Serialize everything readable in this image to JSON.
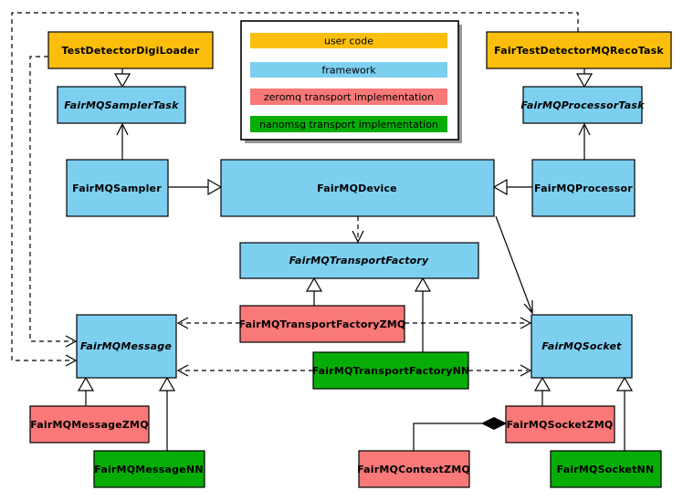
{
  "legend": {
    "items": [
      {
        "label": "user code",
        "color": "#FBBE0D"
      },
      {
        "label": "framework",
        "color": "#7DCFF0"
      },
      {
        "label": "zeromq transport implementation",
        "color": "#F97878"
      },
      {
        "label": "nanomsg transport implementation",
        "color": "#07AD07"
      }
    ]
  },
  "colors": {
    "user_code": "#FBBE0D",
    "framework": "#7DCFF0",
    "zeromq": "#F97878",
    "nanomsg": "#07AD07",
    "border": "#000000",
    "background": "#FFFFFF",
    "legend_shadow": "#999999"
  },
  "nodes": {
    "digiLoader": {
      "label": "TestDetectorDigiLoader",
      "category": "user code",
      "abstract": false
    },
    "recoTask": {
      "label": "FairTestDetectorMQRecoTask",
      "category": "user code",
      "abstract": false
    },
    "samplerTask": {
      "label": "FairMQSamplerTask",
      "category": "framework",
      "abstract": true
    },
    "processorTask": {
      "label": "FairMQProcessorTask",
      "category": "framework",
      "abstract": true
    },
    "sampler": {
      "label": "FairMQSampler",
      "category": "framework",
      "abstract": false
    },
    "device": {
      "label": "FairMQDevice",
      "category": "framework",
      "abstract": false
    },
    "processor": {
      "label": "FairMQProcessor",
      "category": "framework",
      "abstract": false
    },
    "transportFactory": {
      "label": "FairMQTransportFactory",
      "category": "framework",
      "abstract": true
    },
    "transportFactoryZMQ": {
      "label": "FairMQTransportFactoryZMQ",
      "category": "zeromq transport implementation",
      "abstract": false
    },
    "transportFactoryNN": {
      "label": "FairMQTransportFactoryNN",
      "category": "nanomsg transport implementation",
      "abstract": false
    },
    "message": {
      "label": "FairMQMessage",
      "category": "framework",
      "abstract": true
    },
    "socket": {
      "label": "FairMQSocket",
      "category": "framework",
      "abstract": true
    },
    "messageZMQ": {
      "label": "FairMQMessageZMQ",
      "category": "zeromq transport implementation",
      "abstract": false
    },
    "messageNN": {
      "label": "FairMQMessageNN",
      "category": "nanomsg transport implementation",
      "abstract": false
    },
    "contextZMQ": {
      "label": "FairMQContextZMQ",
      "category": "zeromq transport implementation",
      "abstract": false
    },
    "socketZMQ": {
      "label": "FairMQSocketZMQ",
      "category": "zeromq transport implementation",
      "abstract": false
    },
    "socketNN": {
      "label": "FairMQSocketNN",
      "category": "nanomsg transport implementation",
      "abstract": false
    }
  },
  "edges": [
    {
      "from": "TestDetectorDigiLoader",
      "to": "FairMQSamplerTask",
      "type": "inheritance"
    },
    {
      "from": "FairTestDetectorMQRecoTask",
      "to": "FairMQProcessorTask",
      "type": "inheritance"
    },
    {
      "from": "FairMQSampler",
      "to": "FairMQSamplerTask",
      "type": "association-arrow"
    },
    {
      "from": "FairMQProcessor",
      "to": "FairMQProcessorTask",
      "type": "association-arrow"
    },
    {
      "from": "FairMQSampler",
      "to": "FairMQDevice",
      "type": "inheritance"
    },
    {
      "from": "FairMQProcessor",
      "to": "FairMQDevice",
      "type": "inheritance"
    },
    {
      "from": "FairMQDevice",
      "to": "FairMQTransportFactory",
      "type": "dependency-dashed"
    },
    {
      "from": "FairMQDevice",
      "to": "FairMQSocket",
      "type": "association-arrow"
    },
    {
      "from": "TestDetectorDigiLoader",
      "to": "FairMQMessage",
      "type": "dependency-dashed"
    },
    {
      "from": "FairTestDetectorMQRecoTask",
      "to": "FairMQMessage",
      "type": "dependency-dashed"
    },
    {
      "from": "FairMQTransportFactoryZMQ",
      "to": "FairMQTransportFactory",
      "type": "inheritance"
    },
    {
      "from": "FairMQTransportFactoryNN",
      "to": "FairMQTransportFactory",
      "type": "inheritance"
    },
    {
      "from": "FairMQTransportFactoryZMQ",
      "to": "FairMQMessage",
      "type": "dependency-dashed"
    },
    {
      "from": "FairMQTransportFactoryZMQ",
      "to": "FairMQSocket",
      "type": "dependency-dashed"
    },
    {
      "from": "FairMQTransportFactoryNN",
      "to": "FairMQMessage",
      "type": "dependency-dashed"
    },
    {
      "from": "FairMQTransportFactoryNN",
      "to": "FairMQSocket",
      "type": "dependency-dashed"
    },
    {
      "from": "FairMQMessageZMQ",
      "to": "FairMQMessage",
      "type": "inheritance"
    },
    {
      "from": "FairMQMessageNN",
      "to": "FairMQMessage",
      "type": "inheritance"
    },
    {
      "from": "FairMQSocketZMQ",
      "to": "FairMQSocket",
      "type": "inheritance"
    },
    {
      "from": "FairMQSocketNN",
      "to": "FairMQSocket",
      "type": "inheritance"
    },
    {
      "from": "FairMQContextZMQ",
      "to": "FairMQSocketZMQ",
      "type": "composition"
    }
  ]
}
